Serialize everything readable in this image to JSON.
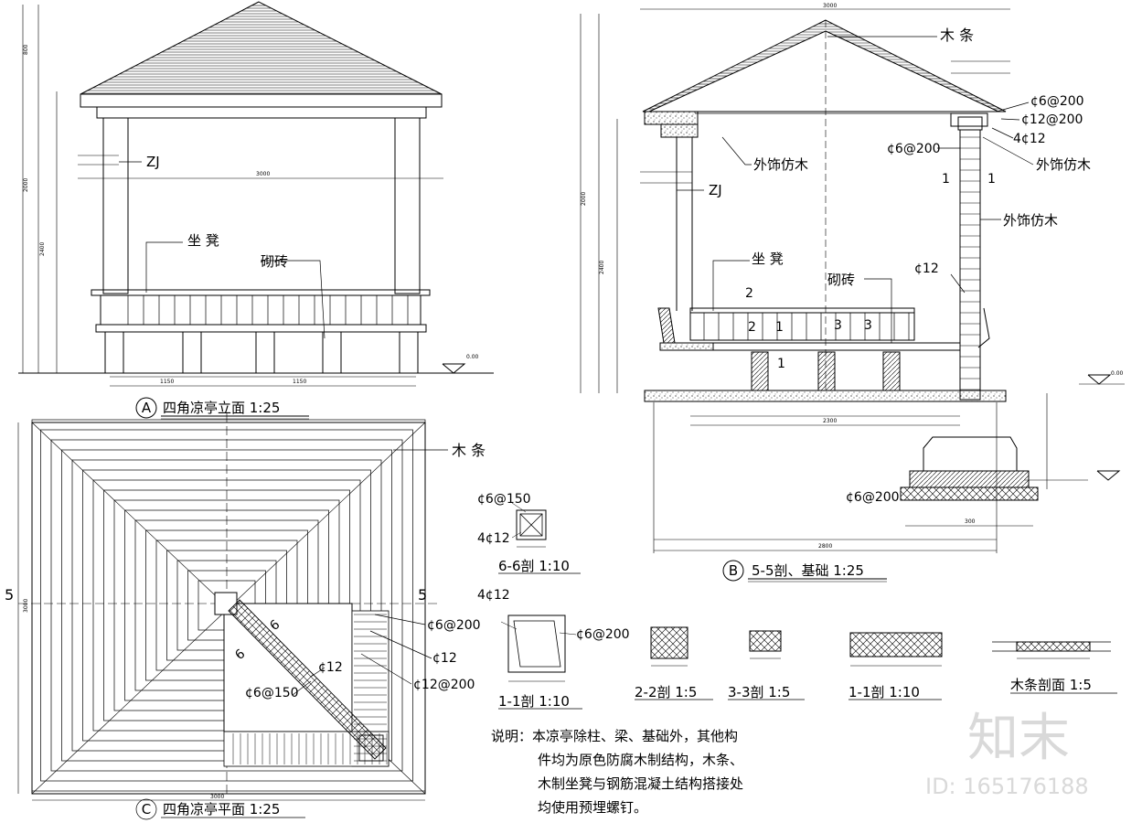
{
  "elevation": {
    "title_circle": "A",
    "title": "四角凉亭立面 1:25",
    "labels": {
      "zj": "ZJ",
      "bench": "坐 凳",
      "brick": "砌砖",
      "ground": "0.00"
    }
  },
  "section": {
    "title_circle": "B",
    "title": "5-5剖、基础 1:25",
    "labels": {
      "purlin": "木 条",
      "rebar_a": "¢6@200",
      "rebar_b": "¢12@200",
      "rebar_c": "4¢12",
      "rebar_d": "¢6@200",
      "wood_a": "外饰仿木",
      "wood_b": "外饰仿木",
      "wood_c": "外饰仿木",
      "zj": "ZJ",
      "bench": "坐 凳",
      "brick": "砌砖",
      "rebar_e": "¢12",
      "rebar_f": "¢6@200",
      "ground": "0.00",
      "marks": [
        "1",
        "1",
        "2",
        "2",
        "1",
        "3",
        "3",
        "1"
      ]
    }
  },
  "plan": {
    "title_circle": "C",
    "title": "四角凉亭平面 1:25",
    "labels": {
      "purlin": "木 条",
      "cut_left": "5",
      "cut_right": "5",
      "rebar_a": "¢6@200",
      "rebar_b": "¢12",
      "rebar_c": "¢12@200",
      "rebar_d": "¢12",
      "rebar_e": "¢6@150",
      "cut_6a": "6",
      "cut_6b": "6"
    }
  },
  "details": [
    {
      "title": "6-6剖 1:10",
      "top": "¢6@150",
      "side": "4¢12"
    },
    {
      "title": "1-1剖 1:10",
      "top": "4¢12",
      "side": "¢6@200"
    },
    {
      "title": "2-2剖 1:5"
    },
    {
      "title": "3-3剖 1:5"
    },
    {
      "title": "1-1剖 1:10"
    },
    {
      "title": "木条剖面 1:5"
    }
  ],
  "notes": {
    "lines": [
      "说明：本凉亭除柱、梁、基础外，其他构",
      "件均为原色防腐木制结构，木条、",
      "木制坐凳与钢筋混凝土结构搭接处",
      "均使用预埋螺钉。"
    ]
  },
  "watermark": {
    "logo": "知末",
    "id": "ID: 165176188"
  }
}
